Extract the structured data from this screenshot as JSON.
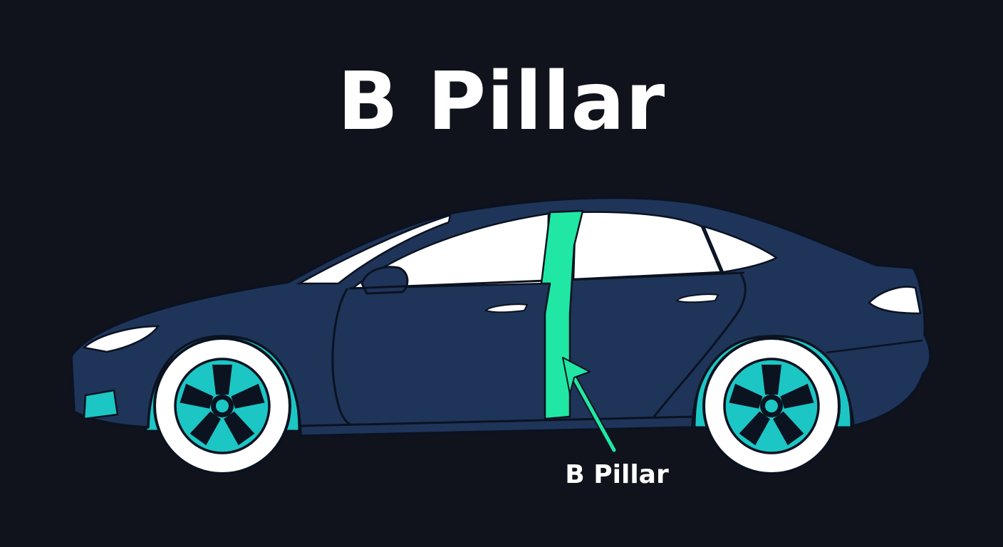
{
  "title": "B Pillar",
  "callout": {
    "label": "B Pillar"
  },
  "colors": {
    "background": "#10131b",
    "body": "#1f3459",
    "outline": "#0b1220",
    "glass": "#ffffff",
    "highlight": "#20e8a4",
    "accent_teal": "#1cc6c4",
    "title_text": "#ffffff"
  },
  "parts": [
    "car-body",
    "windows",
    "doors",
    "b-pillar",
    "front-wheel",
    "rear-wheel",
    "headlight",
    "taillight",
    "side-mirror",
    "door-handles"
  ]
}
